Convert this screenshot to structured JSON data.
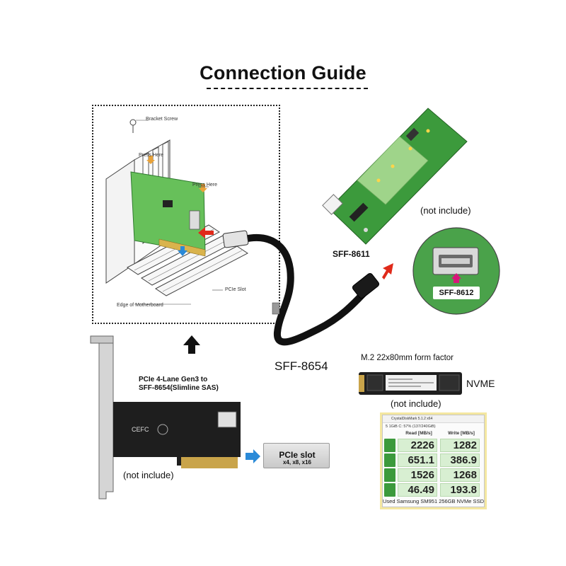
{
  "title": "Connection Guide",
  "install_diagram": {
    "bracket_screw": "Bracket Screw",
    "press_here_1": "Press Here",
    "press_here_2": "Press Here",
    "pcie_slot": "PCIe Slot",
    "edge_of_motherboard": "Edge of Motherboard"
  },
  "labels": {
    "sff_8611": "SFF-8611",
    "sff_8612": "SFF-8612",
    "sff_8654": "SFF-8654",
    "not_include_adapter": "(not include)",
    "not_include_ssd": "(not include)",
    "not_include_card": "(not include)",
    "m2_form_factor": "M.2 22x80mm form factor",
    "nvme": "NVME",
    "pcie_card_title_1": "PCIe 4-Lane Gen3 to",
    "pcie_card_title_2": "SFF-8654(Slimline SAS)",
    "pcie_slot_title": "PCIe slot",
    "pcie_slot_sub": "x4, x8, x16"
  },
  "benchmark": {
    "window_title": "CrystalDiskMark 5.1.2 x64",
    "controls": "5  1GiB  C: 57% (137/240GiB)",
    "read_header": "Read [MB/s]",
    "write_header": "Write [MB/s]",
    "rows": [
      {
        "read": "2226",
        "write": "1282"
      },
      {
        "read": "651.1",
        "write": "386.9"
      },
      {
        "read": "1526",
        "write": "1268"
      },
      {
        "read": "46.49",
        "write": "193.8"
      }
    ],
    "footer": "Used Samsung SM951 256GB NVMe SSD"
  },
  "colors": {
    "pcb_green": "#3c9a3c",
    "arrow_red": "#e02a1a",
    "arrow_blue": "#2a8ad8",
    "arrow_magenta": "#d8167a",
    "bench_cell": "#d8efd2"
  }
}
